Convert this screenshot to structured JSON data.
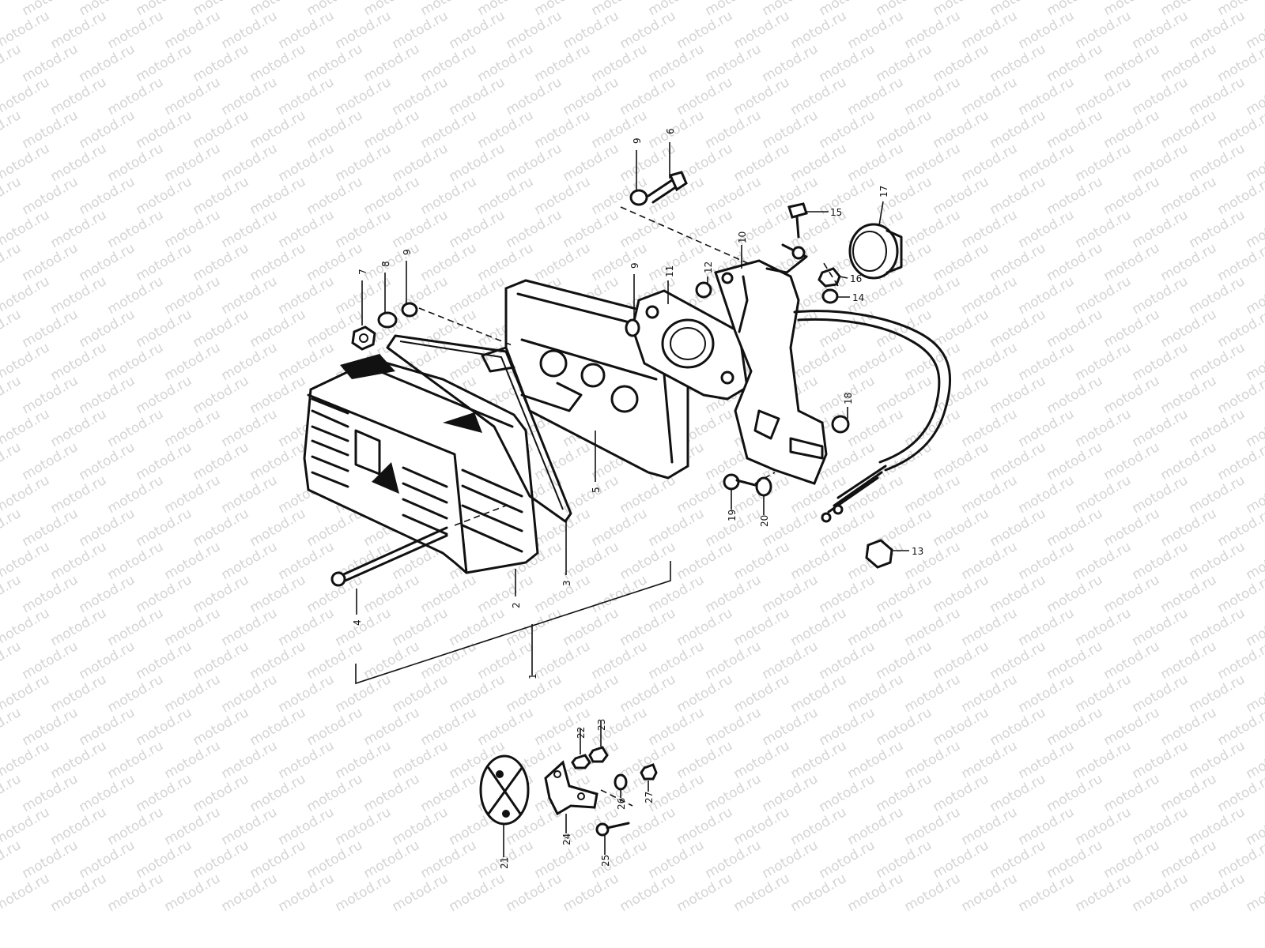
{
  "watermark": "motod.ru",
  "callouts": [
    "1",
    "2",
    "3",
    "4",
    "5",
    "6",
    "7",
    "8",
    "9",
    "10",
    "11",
    "12",
    "13",
    "14",
    "15",
    "16",
    "17",
    "18",
    "19",
    "20",
    "21",
    "22",
    "23",
    "24",
    "25",
    "26",
    "27"
  ]
}
